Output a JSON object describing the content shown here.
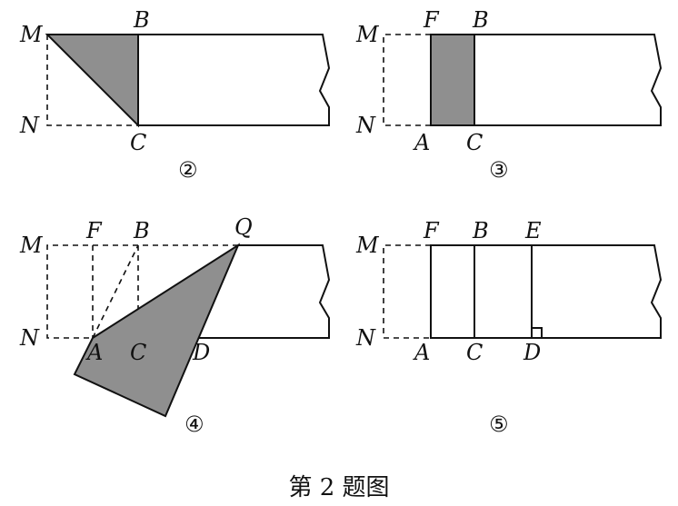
{
  "figure2": {
    "label_M": "M",
    "label_B": "B",
    "label_N": "N",
    "label_C": "C",
    "circled_number": "②"
  },
  "figure3": {
    "label_M": "M",
    "label_F": "F",
    "label_B": "B",
    "label_N": "N",
    "label_A": "A",
    "label_C": "C",
    "circled_number": "③"
  },
  "figure4": {
    "label_M": "M",
    "label_F": "F",
    "label_B": "B",
    "label_Q": "Q",
    "label_N": "N",
    "label_A": "A",
    "label_C": "C",
    "label_D": "D",
    "circled_number": "④"
  },
  "figure5": {
    "label_M": "M",
    "label_F": "F",
    "label_B": "B",
    "label_E": "E",
    "label_N": "N",
    "label_A": "A",
    "label_C": "C",
    "label_D": "D",
    "circled_number": "⑤"
  },
  "caption": "第 2 题图",
  "colors": {
    "shade": "#8f8f8f",
    "line": "#111111"
  }
}
